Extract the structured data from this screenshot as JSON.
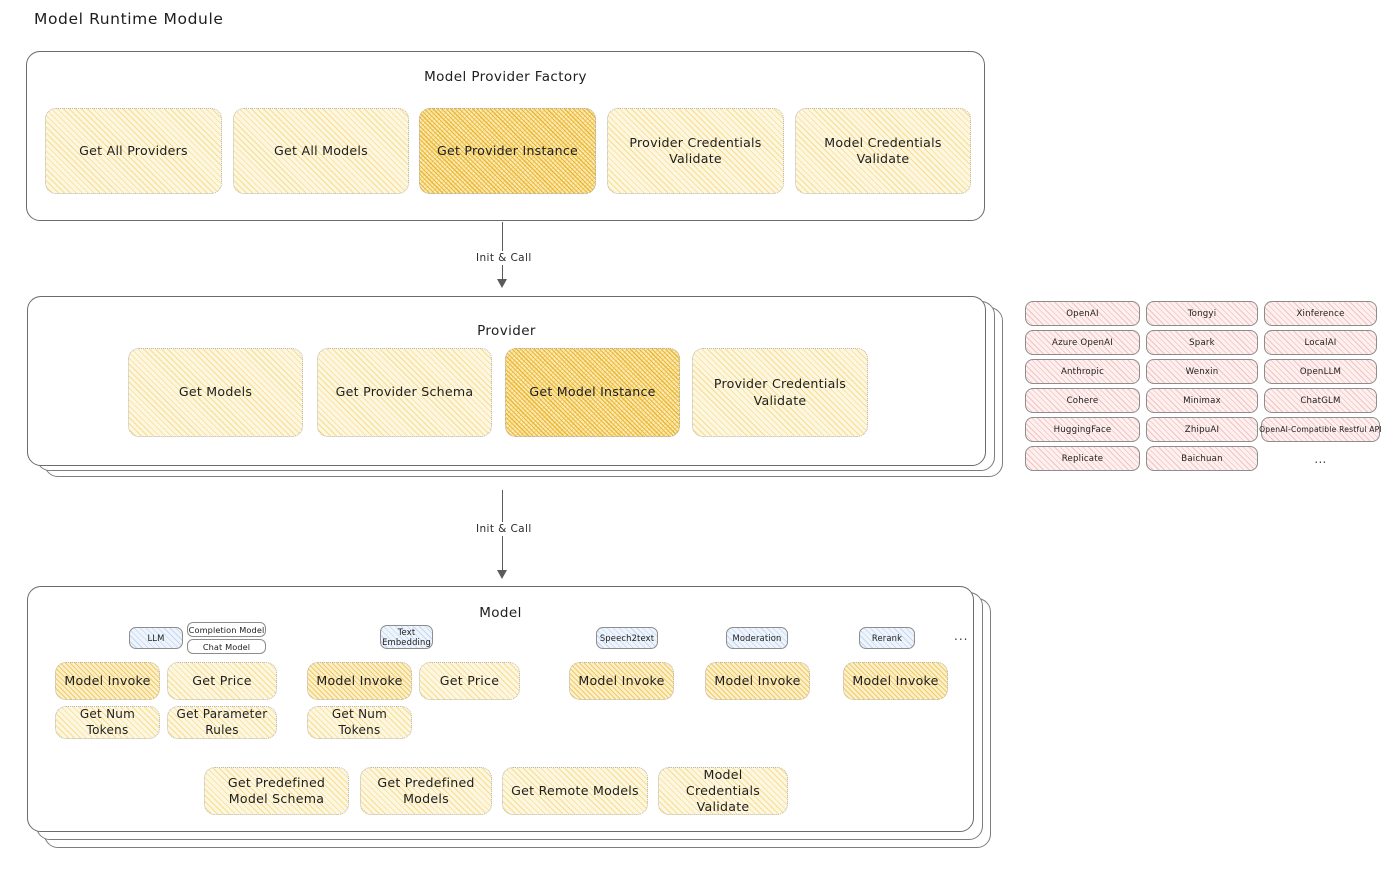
{
  "page": {
    "title": "Model Runtime Module"
  },
  "sections": {
    "factory": {
      "title": "Model Provider Factory",
      "nodes": [
        {
          "label": "Get All Providers",
          "highlight": false
        },
        {
          "label": "Get All Models",
          "highlight": false
        },
        {
          "label": "Get Provider Instance",
          "highlight": true
        },
        {
          "label": "Provider Credentials Validate",
          "highlight": false
        },
        {
          "label": "Model Credentials Validate",
          "highlight": false
        }
      ]
    },
    "provider": {
      "title": "Provider",
      "nodes": [
        {
          "label": "Get Models",
          "highlight": false
        },
        {
          "label": "Get Provider Schema",
          "highlight": false
        },
        {
          "label": "Get Model Instance",
          "highlight": true
        },
        {
          "label": "Provider Credentials Validate",
          "highlight": false
        }
      ]
    },
    "model": {
      "title": "Model",
      "types": [
        {
          "badge": "LLM",
          "sub_badges": [
            "Completion Model",
            "Chat Model"
          ],
          "ops": [
            "Model Invoke",
            "Get Price",
            "Get Num Tokens",
            "Get Parameter Rules"
          ]
        },
        {
          "badge": "Text Embedding",
          "sub_badges": [],
          "ops": [
            "Model Invoke",
            "Get Price",
            "Get Num Tokens"
          ]
        },
        {
          "badge": "Speech2text",
          "sub_badges": [],
          "ops": [
            "Model Invoke"
          ]
        },
        {
          "badge": "Moderation",
          "sub_badges": [],
          "ops": [
            "Model Invoke"
          ]
        },
        {
          "badge": "Rerank",
          "sub_badges": [],
          "ops": [
            "Model Invoke"
          ]
        }
      ],
      "types_overflow": "...",
      "common_ops": [
        "Get Predefined Model Schema",
        "Get Predefined Models",
        "Get Remote Models",
        "Model Credentials Validate"
      ]
    }
  },
  "connectors": [
    {
      "label": "Init & Call"
    },
    {
      "label": "Init & Call"
    }
  ],
  "providers": {
    "columns": [
      [
        "OpenAI",
        "Azure OpenAI",
        "Anthropic",
        "Cohere",
        "HuggingFace",
        "Replicate"
      ],
      [
        "Tongyi",
        "Spark",
        "Wenxin",
        "Minimax",
        "ZhipuAI",
        "Baichuan"
      ],
      [
        "Xinference",
        "LocalAI",
        "OpenLLM",
        "ChatGLM",
        "OpenAI-Compatible Restful API"
      ]
    ],
    "overflow": "..."
  },
  "colors": {
    "node_fill": "#fdf6e0",
    "node_highlight": "#fbe9b8",
    "provider_chip": "#fdf0ef",
    "model_badge": "#eef4fb",
    "stroke": "#6b6b6b",
    "text": "#1e1e1e"
  }
}
